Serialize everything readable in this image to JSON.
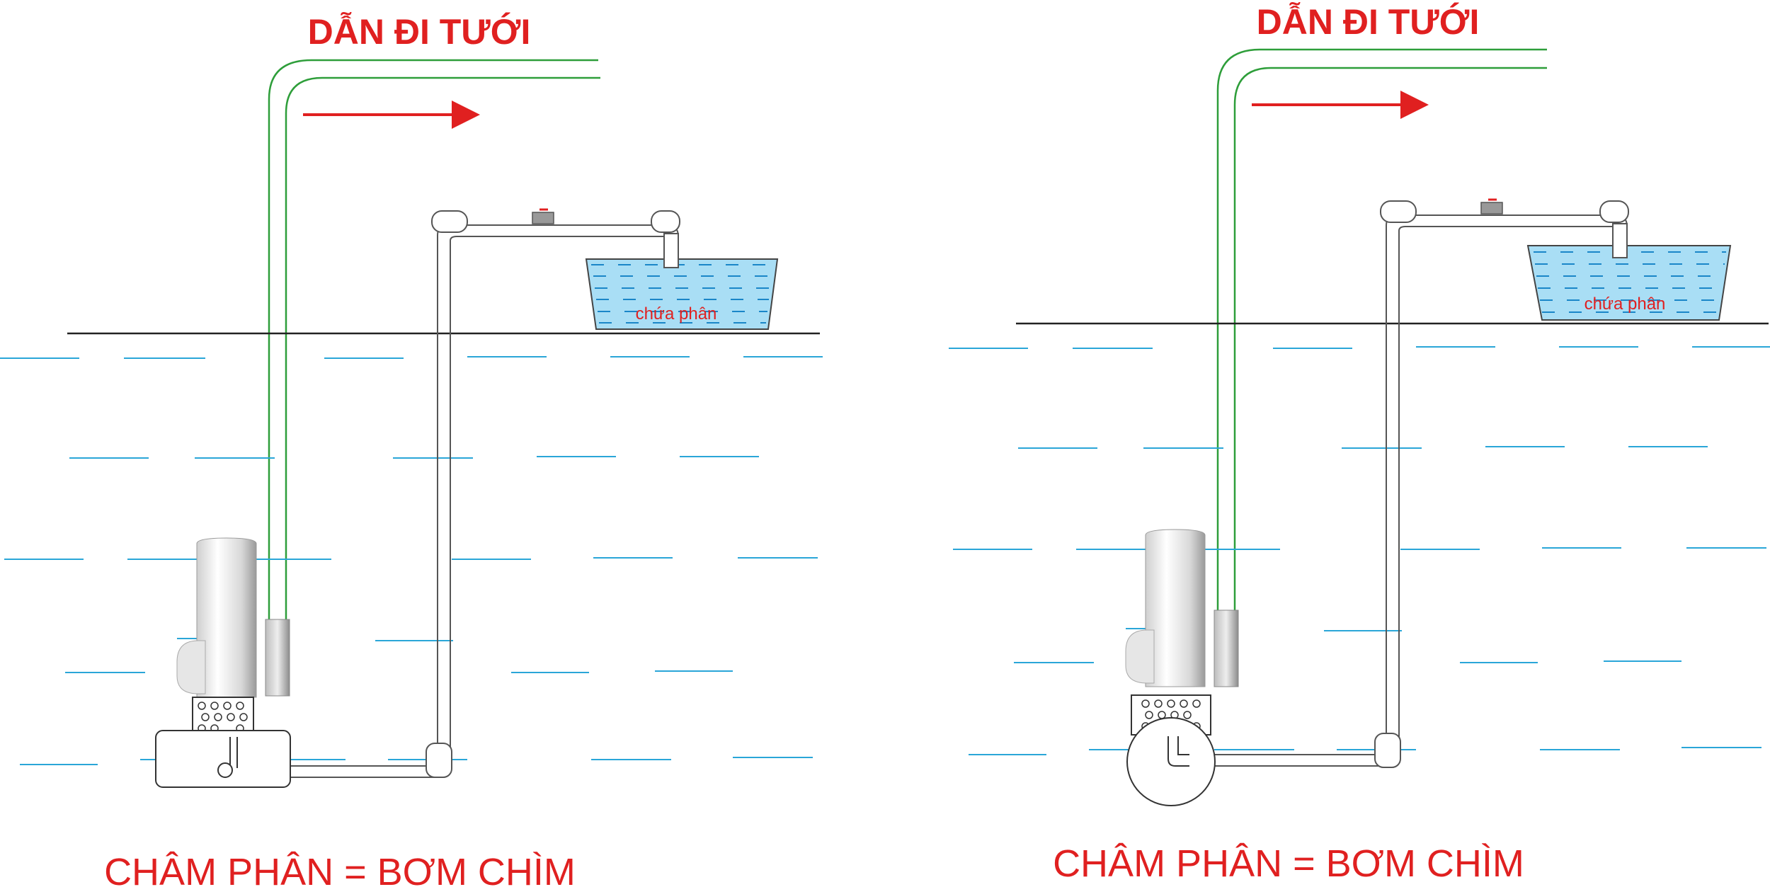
{
  "panels": [
    {
      "id": "left",
      "title_top": "DẪN ĐI TƯỚI",
      "tank_label": "chứa phân",
      "caption": "CHÂM PHÂN = BƠM CHÌM"
    },
    {
      "id": "right",
      "title_top": "DẪN ĐI TƯỚI",
      "tank_label": "chứa phân",
      "caption": "CHÂM PHÂN = BƠM CHÌM"
    }
  ],
  "colors": {
    "label_red": "#e02020",
    "arrow_red": "#e02020",
    "hose_green": "#2e9e3a",
    "water_line": "#2aa6d8",
    "tank_water": "#a9def5",
    "tank_dash": "#1a86c8",
    "ground_line": "#222222",
    "pipe_stroke": "#555555"
  },
  "icons": [
    "pump-icon",
    "valve-icon",
    "flow-arrow-icon",
    "strainer-icon"
  ]
}
